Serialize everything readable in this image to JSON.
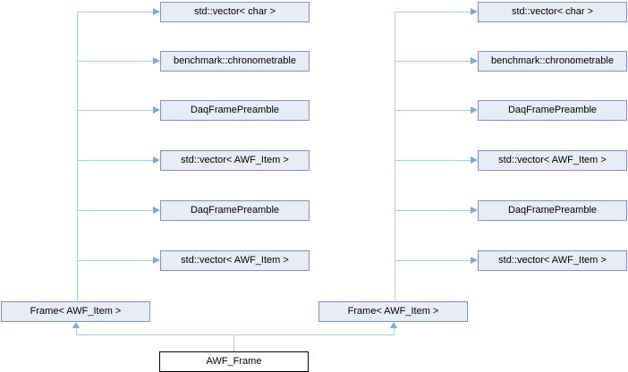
{
  "diagram": {
    "type": "collaboration-graph",
    "root": {
      "label": "AWF_Frame"
    },
    "left_cluster": {
      "frame_label": "Frame< AWF_Item >",
      "members": [
        "std::vector< char >",
        "benchmark::chronometrable",
        "DaqFramePreamble",
        "std::vector< AWF_Item >",
        "DaqFramePreamble",
        "std::vector< AWF_Item >"
      ]
    },
    "right_cluster": {
      "frame_label": "Frame< AWF_Item >",
      "members": [
        "std::vector< char >",
        "benchmark::chronometrable",
        "DaqFramePreamble",
        "std::vector< AWF_Item >",
        "DaqFramePreamble",
        "std::vector< AWF_Item >"
      ]
    },
    "colors": {
      "node_fill": "#e9ecf6",
      "node_border": "#8591c2",
      "edge_line": "#a8cfe5",
      "edge_arrow": "#79aed2",
      "root_fill": "#ffffff",
      "root_border": "#000000",
      "text": "#000000",
      "background": "#ffffff"
    }
  }
}
